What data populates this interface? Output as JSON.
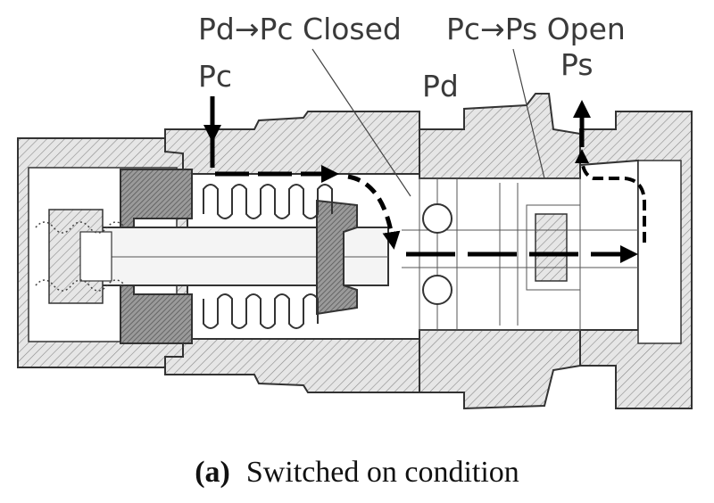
{
  "labels": {
    "pd_to_pc": "Pd→Pc Closed",
    "pc_to_ps": "Pc→Ps Open",
    "pc": "Pc",
    "pd": "Pd",
    "ps": "Ps"
  },
  "caption": {
    "tag": "(a)",
    "text": "Switched on condition"
  }
}
